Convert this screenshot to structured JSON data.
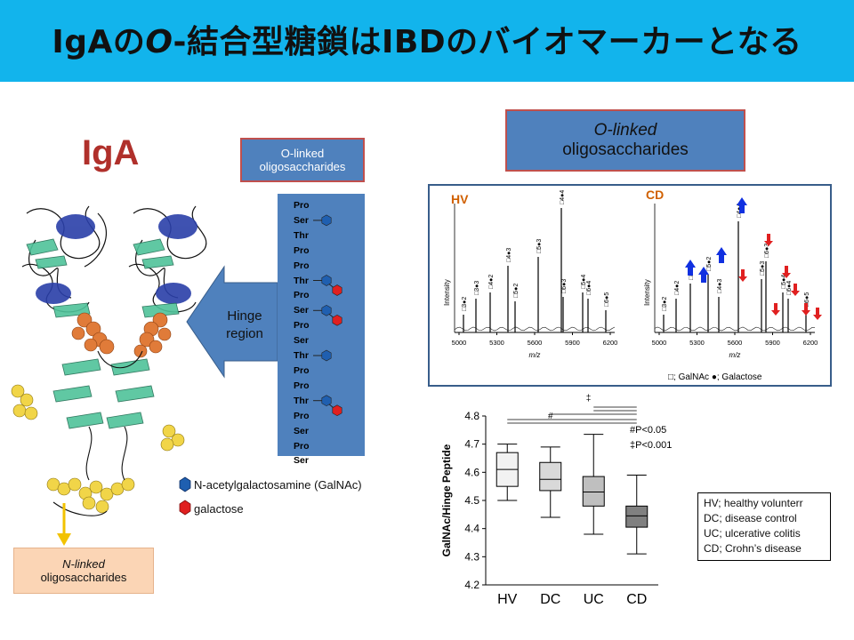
{
  "slide": {
    "title_prefix": "IgAの",
    "title_italic": "O",
    "title_suffix": "-結合型糖鎖はIBDのバイオマーカーとなる"
  },
  "left_panel": {
    "iga_label": "IgA",
    "olinked_box": [
      "O-linked",
      "oligosaccharides"
    ],
    "hinge_label": [
      "Hinge",
      "region"
    ],
    "hinge_sequence": [
      "Pro",
      "Ser",
      "Thr",
      "Pro",
      "Pro",
      "Thr",
      "Pro",
      "Ser",
      "Pro",
      "Ser",
      "Thr",
      "Pro",
      "Pro",
      "Thr",
      "Pro",
      "Ser",
      "Pro",
      "Ser"
    ],
    "galnac_sites": [
      1,
      5,
      7,
      10,
      13
    ],
    "galactose_sites": [
      5,
      7,
      13
    ],
    "legend_galnac": "N-acetylgalactosamine (GalNAc)",
    "legend_galactose": "galactose",
    "nlinked_box": [
      "N-linked",
      "oligosaccharides"
    ],
    "colors": {
      "galnac": "#1f5fb0",
      "galactose": "#e02020",
      "panel": "#4f81bd",
      "arrow_nlinked": "#f2c200"
    }
  },
  "right_top": {
    "olinked_box": [
      "O-linked",
      "oligosaccharides"
    ],
    "spectrum_hv": {
      "label": "HV",
      "ylabel": "Intensity",
      "xlabel": "m/z",
      "ticks": [
        "5000",
        "5300",
        "5600",
        "5900",
        "6200"
      ]
    },
    "spectrum_cd": {
      "label": "CD",
      "ylabel": "Intensity",
      "xlabel": "m/z",
      "ticks": [
        "5000",
        "5300",
        "5600",
        "5900",
        "6200"
      ]
    },
    "peak_labels": [
      "□3●2",
      "□3●3",
      "□4●2",
      "□4●3",
      "□5●2",
      "□5●3",
      "□4●4",
      "□6●3",
      "□5●4",
      "□6●4",
      "□6●5"
    ],
    "legend_text": "□; GalNAc  ●;  Galactose",
    "colors": {
      "hv_label": "#d06000",
      "cd_label": "#d06000",
      "up_arrow": "#1030e0",
      "down_arrow": "#e02020"
    }
  },
  "chart_data": {
    "type": "box",
    "ylabel": "GalNAc/Hinge Peptide",
    "categories": [
      "HV",
      "DC",
      "UC",
      "CD"
    ],
    "ylim": [
      4.2,
      4.8
    ],
    "yticks": [
      "4.2",
      "4.3",
      "4.4",
      "4.5",
      "4.6",
      "4.7",
      "4.8"
    ],
    "boxes": [
      {
        "name": "HV",
        "min": 4.5,
        "q1": 4.55,
        "median": 4.61,
        "q3": 4.67,
        "max": 4.7
      },
      {
        "name": "DC",
        "min": 4.44,
        "q1": 4.535,
        "median": 4.575,
        "q3": 4.635,
        "max": 4.69
      },
      {
        "name": "UC",
        "min": 4.38,
        "q1": 4.48,
        "median": 4.53,
        "q3": 4.585,
        "max": 4.735
      },
      {
        "name": "CD",
        "min": 4.31,
        "q1": 4.405,
        "median": 4.445,
        "q3": 4.48,
        "max": 4.59
      }
    ],
    "significance": [
      "#P<0.05",
      "‡P<0.001"
    ],
    "bracket_marks": [
      "‡",
      "#"
    ],
    "legend": [
      "HV; healthy volunterr",
      "DC; disease control",
      "UC; ulcerative colitis",
      "CD; Crohn’s disease"
    ]
  }
}
